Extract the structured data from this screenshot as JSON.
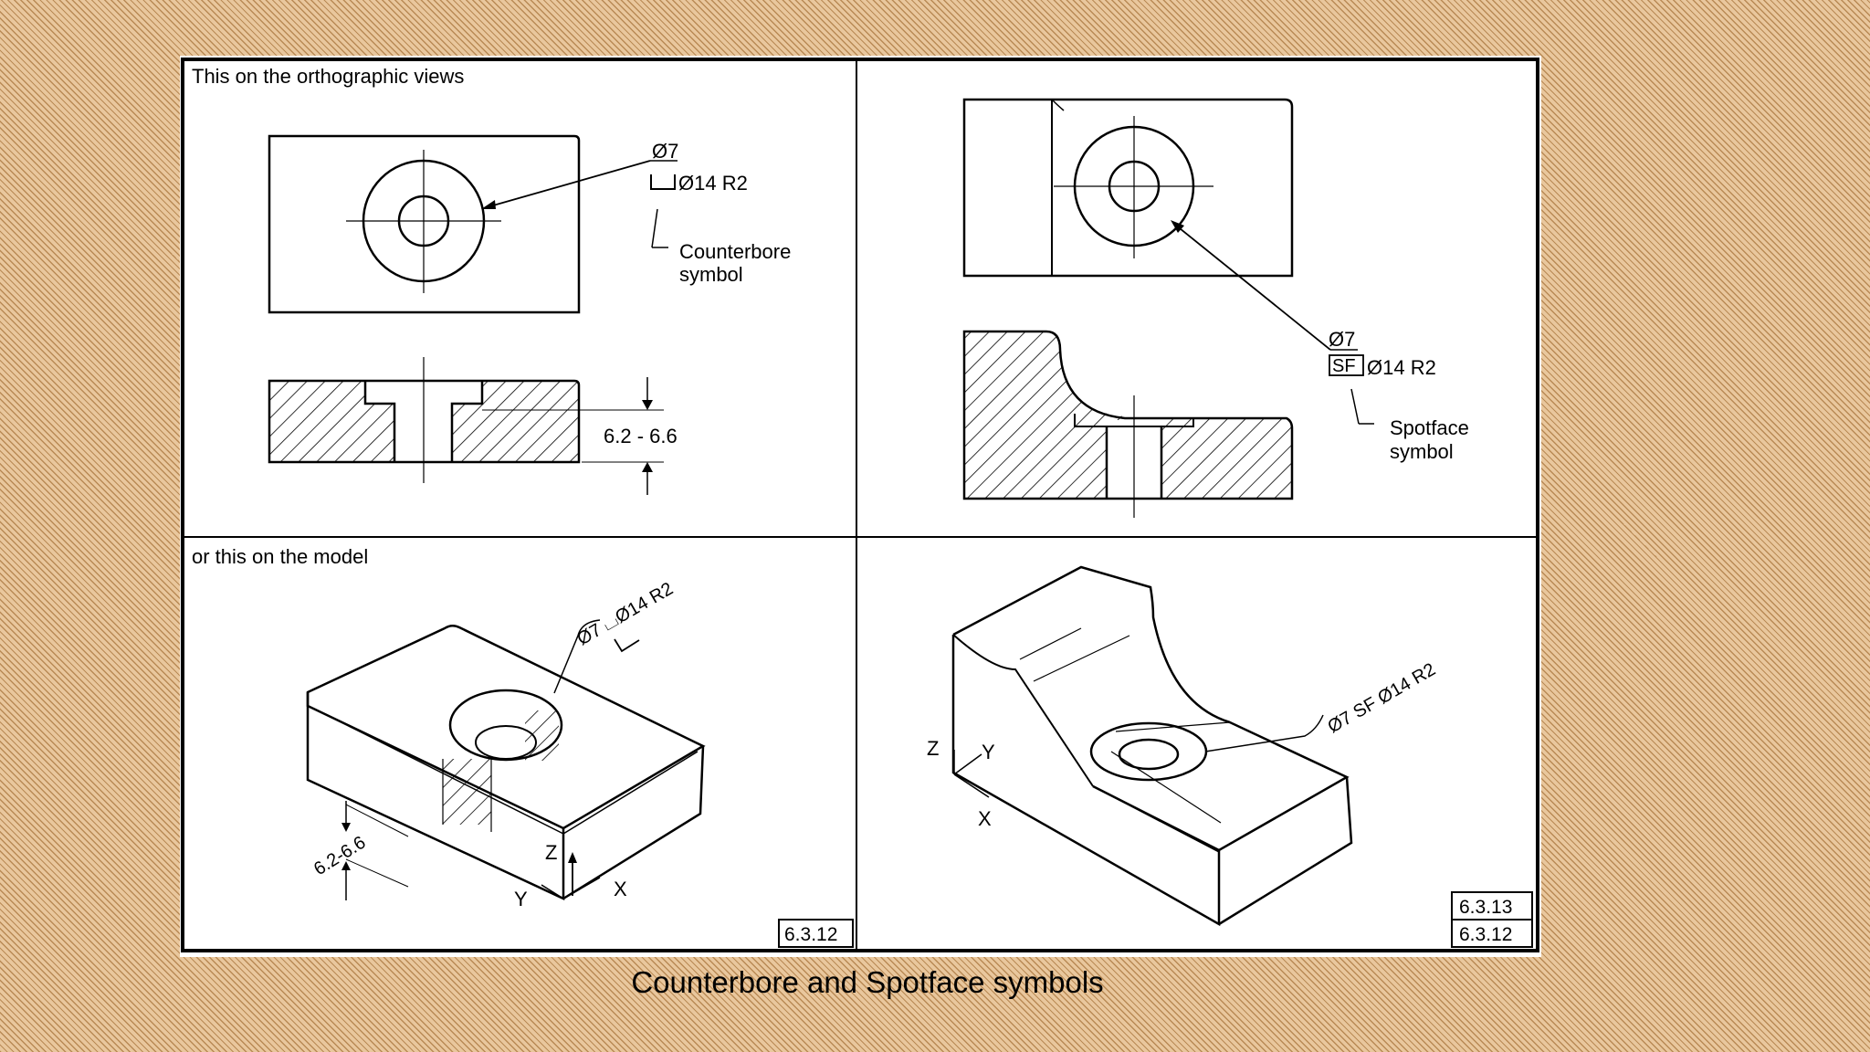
{
  "panels": {
    "top_left_heading": "This on the orthographic views",
    "bottom_left_heading": "or this on the model"
  },
  "counterbore": {
    "hole_callout": "Ø7",
    "bore_callout": "Ø14 R2",
    "symbol_label_line1": "Counterbore",
    "symbol_label_line2": "symbol",
    "depth_dim": "6.2 - 6.6",
    "iso_callout": "Ø7 ⌴Ø14 R2",
    "iso_depth": "6.2-6.6"
  },
  "spotface": {
    "hole_callout": "Ø7",
    "sf_box": "SF",
    "bore_callout": "Ø14 R2",
    "symbol_label_line1": "Spotface",
    "symbol_label_line2": "symbol",
    "iso_callout": "Ø7 SF Ø14 R2"
  },
  "axes": {
    "x": "X",
    "y": "Y",
    "z": "Z"
  },
  "figure_refs": {
    "bottom_left": "6.3.12",
    "bottom_right_top": "6.3.13",
    "bottom_right_bottom": "6.3.12"
  },
  "caption": "Counterbore and Spotface symbols"
}
